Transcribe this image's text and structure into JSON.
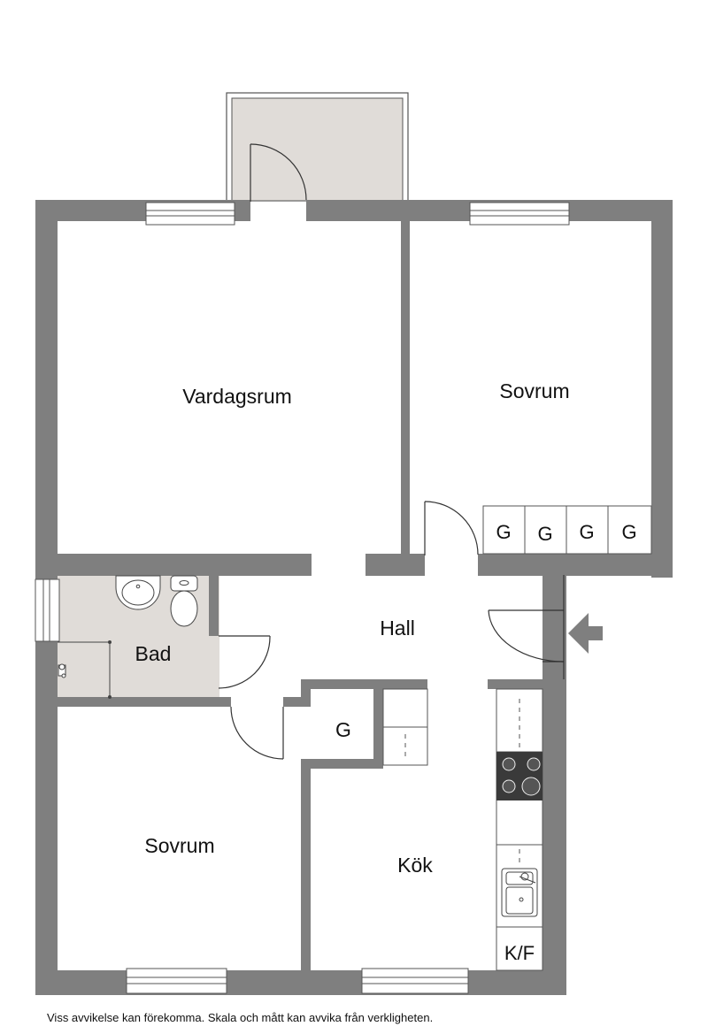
{
  "rooms": {
    "vardagsrum": "Vardagsrum",
    "sovrum_top": "Sovrum",
    "hall": "Hall",
    "bad": "Bad",
    "sovrum_bottom": "Sovrum",
    "kok": "Kök",
    "garderob_hall": "G"
  },
  "wardrobes": [
    "G",
    "G",
    "G",
    "G"
  ],
  "appliances": {
    "fridge_freezer": "K/F"
  },
  "footer": {
    "disclaimer": "Viss avvikelse kan förekomma. Skala och mått kan avvika från verkligheten."
  },
  "colors": {
    "wall": "#7f7f7f",
    "wet_room": "#e0dcd8",
    "balcony": "#e0dcd8",
    "stove": "#3a3a3a"
  }
}
